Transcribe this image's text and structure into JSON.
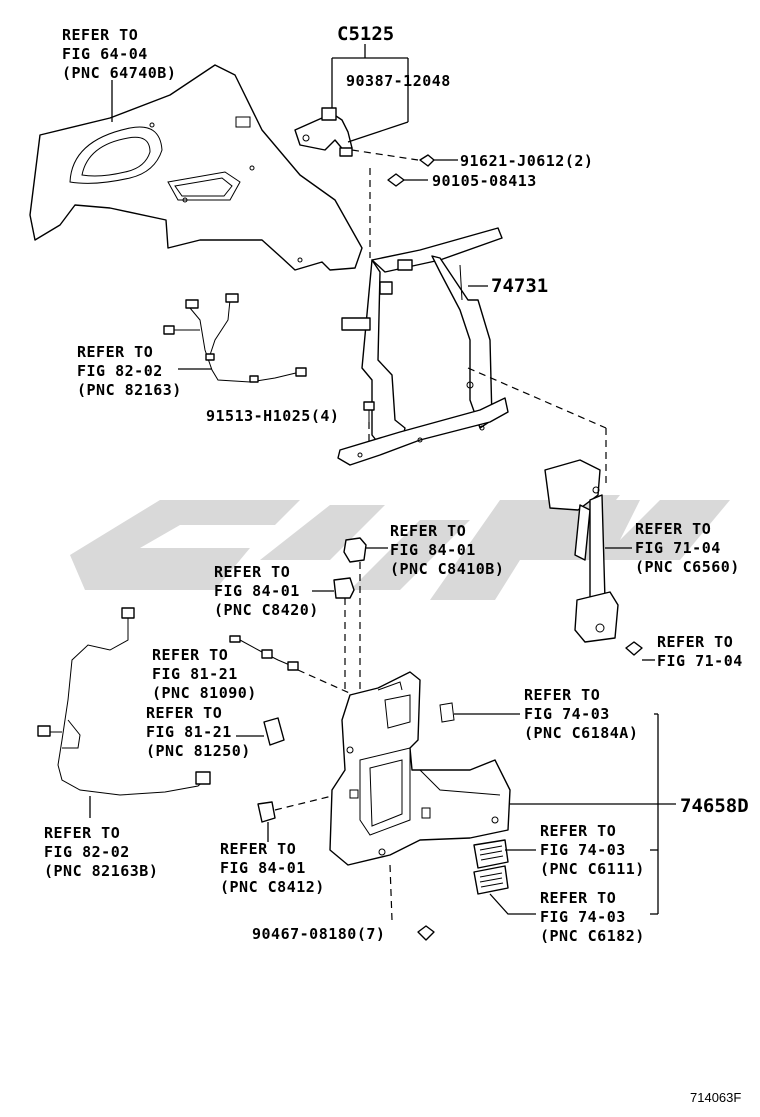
{
  "diagram_code": "714063F",
  "labels": {
    "c5125": "C5125",
    "p90387": "90387-12048",
    "p91621": "91621-J0612(2)",
    "p90105": "90105-08413",
    "p74731": "74731",
    "p91513": "91513-H1025(4)",
    "p74658d": "74658D",
    "p90467": "90467-08180(7)"
  },
  "refs": {
    "fig64": [
      "REFER TO",
      "FIG 64-04",
      "(PNC 64740B)"
    ],
    "fig82a": [
      "REFER TO",
      "FIG 82-02",
      "(PNC 82163)"
    ],
    "fig84a": [
      "REFER TO",
      "FIG 84-01",
      "(PNC C8410B)"
    ],
    "fig84b": [
      "REFER TO",
      "FIG 84-01",
      "(PNC C8420)"
    ],
    "fig71a": [
      "REFER TO",
      "FIG 71-04",
      "(PNC C6560)"
    ],
    "fig71b": [
      "REFER TO",
      "FIG 71-04"
    ],
    "fig81a": [
      "REFER TO",
      "FIG 81-21",
      "(PNC 81090)"
    ],
    "fig81b": [
      "REFER TO",
      "FIG 81-21",
      "(PNC 81250)"
    ],
    "fig74a": [
      "REFER TO",
      "FIG 74-03",
      "(PNC C6184A)"
    ],
    "fig82b": [
      "REFER TO",
      "FIG 82-02",
      "(PNC 82163B)"
    ],
    "fig84c": [
      "REFER TO",
      "FIG 84-01",
      "(PNC C8412)"
    ],
    "fig74b": [
      "REFER TO",
      "FIG 74-03",
      "(PNC C6111)"
    ],
    "fig74c": [
      "REFER TO",
      "FIG 74-03",
      "(PNC C6182)"
    ]
  }
}
